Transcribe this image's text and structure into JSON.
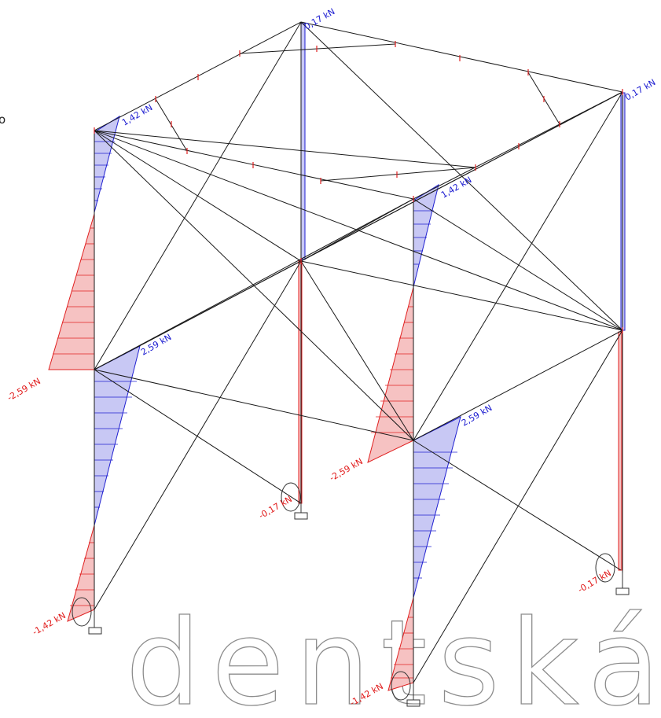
{
  "colors": {
    "positive_fill": "#c8c8f4",
    "positive_stroke": "#2020d0",
    "negative_fill": "#f6c2c2",
    "negative_stroke": "#e02020",
    "member": "#1a1a1a",
    "watermark": "#8c8c8c"
  },
  "labels": {
    "top_col_mid": "0,17 kN",
    "top_col_right": "0,17 kN",
    "upper_left": "1,42 kN",
    "upper_front": "1,42 kN",
    "mid_left_pos": "2,59 kN",
    "mid_left_neg": "-2,59 kN",
    "mid_front_pos": "2,59 kN",
    "mid_front_neg": "-2,59 kN",
    "base_mid": "-0,17 kN",
    "base_right": "-0,17 kN",
    "base_left": "-1,42 kN",
    "base_front": "-1,42 kN"
  },
  "edge_text": "o",
  "watermark": "dentská ve",
  "icons": {
    "supports": "pinned-support-icon",
    "hinges": "hinge-icon"
  }
}
